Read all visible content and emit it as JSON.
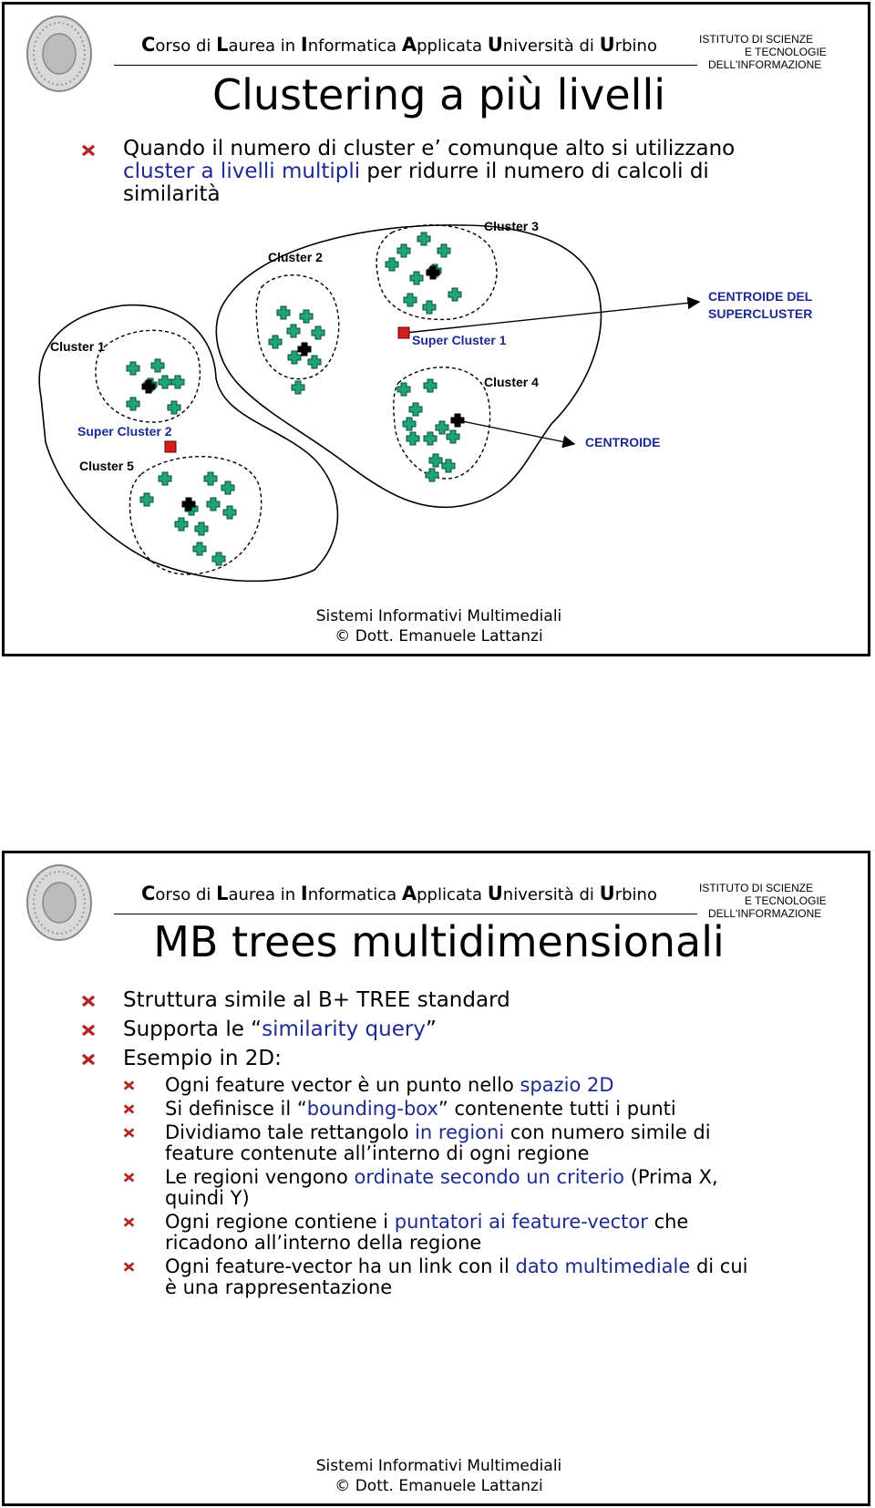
{
  "header": {
    "course": [
      {
        "cap": "C",
        "rest": "orso di "
      },
      {
        "cap": "L",
        "rest": "aurea in "
      },
      {
        "cap": "I",
        "rest": "nformatica "
      },
      {
        "cap": "A",
        "rest": "pplicata "
      },
      {
        "cap": "U",
        "rest": "niversità di "
      },
      {
        "cap": "U",
        "rest": "rbino"
      }
    ],
    "logo_lines": [
      "ISTITUTO DI SCIENZE",
      "E TECNOLOGIE",
      "DELL'INFORMAZIONE"
    ]
  },
  "slide1": {
    "title": "Clustering a più livelli",
    "bullet": {
      "text1": "Quando il numero di cluster e’ comunque alto si utilizzano",
      "highlight": "cluster a livelli multipli",
      "text2": " per ridurre il numero di calcoli di",
      "text3": "similarità"
    },
    "diagram": {
      "labels": {
        "cluster1": "Cluster 1",
        "cluster2": "Cluster 2",
        "cluster3": "Cluster 3",
        "cluster4": "Cluster 4",
        "cluster5": "Cluster 5",
        "super1": "Super Cluster 1",
        "super2": "Super Cluster 2",
        "centroide": "CENTROIDE",
        "centroide_super_1": "CENTROIDE DEL",
        "centroide_super_2": "SUPERCLUSTER"
      },
      "colors": {
        "point": "#1fa37a",
        "centroid": "#000000",
        "super_centroid": "#d21f1f",
        "annotation": "#1d2a8f"
      }
    }
  },
  "slide2": {
    "title": "MB trees multidimensionali",
    "bullets": [
      {
        "text": "Struttura simile al B+ TREE standard",
        "hl": "",
        "after": ""
      },
      {
        "text": "Supporta le “",
        "hl": "similarity query",
        "after": "”"
      },
      {
        "text": "Esempio in 2D:",
        "hl": "",
        "after": ""
      }
    ],
    "sub": [
      {
        "a": "Ogni feature vector è un punto nello ",
        "hl": "spazio 2D",
        "b": "",
        "c": ""
      },
      {
        "a": "Si definisce il “",
        "hl": "bounding-box",
        "b": "” contenente tutti i punti",
        "c": ""
      },
      {
        "a": "Dividiamo tale rettangolo ",
        "hl": "in regioni",
        "b": " con numero simile di",
        "c": "feature contenute all’interno di ogni regione"
      },
      {
        "a": "Le regioni vengono ",
        "hl": "ordinate secondo un criterio",
        "b": " (Prima X,",
        "c": "quindi Y)"
      },
      {
        "a": "Ogni regione contiene i ",
        "hl": "puntatori ai feature-vector",
        "b": " che",
        "c": "ricadono all’interno della regione"
      },
      {
        "a": "Ogni feature-vector ha un link con il ",
        "hl": "dato multimediale",
        "b": " di cui",
        "c": "è una rappresentazione"
      }
    ]
  },
  "footer": {
    "line1": "Sistemi Informativi Multimediali",
    "line2": "© Dott. Emanuele Lattanzi"
  }
}
